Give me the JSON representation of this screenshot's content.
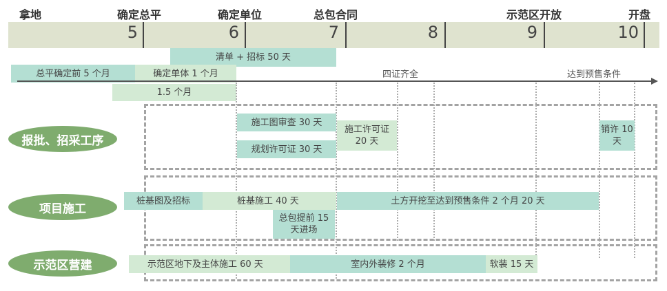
{
  "milestones": [
    "拿地",
    "确定总平",
    "确定单位",
    "总包合同",
    "示范区开放",
    "开盘"
  ],
  "months": [
    "5",
    "6",
    "7",
    "8",
    "9",
    "10"
  ],
  "top_bars": {
    "qingdan": "清单 + 招标 50 天",
    "zongping": "总平确定前 5 个月",
    "danti": "确定单体 1 个月",
    "one_half": "1.5 个月"
  },
  "timeline_notes": {
    "sizheng": "四证齐全",
    "yushou": "达到预售条件"
  },
  "lanes": [
    {
      "label": "报批、招采工序",
      "bars": [
        "施工图审查 30 天",
        "规划许可证 30 天",
        "施工许可证 20 天",
        "销许 10 天"
      ]
    },
    {
      "label": "项目施工",
      "bars": [
        "桩基图及招标",
        "桩基施工 40 天",
        "总包提前 15 天进场",
        "土方开挖至达到预售条件 2 个月 20 天"
      ]
    },
    {
      "label": "示范区营建",
      "bars": [
        "示范区地下及主体施工 60 天",
        "室内外装修 2 个月",
        "软装 15 天"
      ]
    }
  ],
  "colors": {
    "teal": "#b4dfd3",
    "light_green": "#d3ead4",
    "lane_label": "#7fac6e",
    "month_band": "#dfe3cf"
  }
}
